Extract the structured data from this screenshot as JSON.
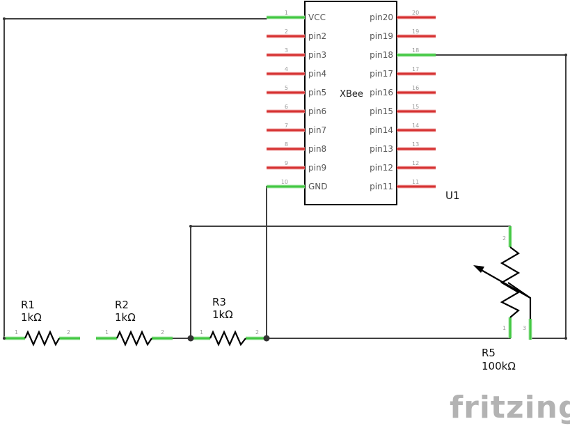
{
  "chip": {
    "name": "XBee",
    "ref": "U1",
    "left_pins": [
      {
        "num": "1",
        "name": "VCC",
        "connected": true
      },
      {
        "num": "2",
        "name": "pin2",
        "connected": false
      },
      {
        "num": "3",
        "name": "pin3",
        "connected": false
      },
      {
        "num": "4",
        "name": "pin4",
        "connected": false
      },
      {
        "num": "5",
        "name": "pin5",
        "connected": false
      },
      {
        "num": "6",
        "name": "pin6",
        "connected": false
      },
      {
        "num": "7",
        "name": "pin7",
        "connected": false
      },
      {
        "num": "8",
        "name": "pin8",
        "connected": false
      },
      {
        "num": "9",
        "name": "pin9",
        "connected": false
      },
      {
        "num": "10",
        "name": "GND",
        "connected": true
      }
    ],
    "right_pins": [
      {
        "num": "20",
        "name": "pin20",
        "connected": false
      },
      {
        "num": "19",
        "name": "pin19",
        "connected": false
      },
      {
        "num": "18",
        "name": "pin18",
        "connected": true
      },
      {
        "num": "17",
        "name": "pin17",
        "connected": false
      },
      {
        "num": "16",
        "name": "pin16",
        "connected": false
      },
      {
        "num": "15",
        "name": "pin15",
        "connected": false
      },
      {
        "num": "14",
        "name": "pin14",
        "connected": false
      },
      {
        "num": "13",
        "name": "pin13",
        "connected": false
      },
      {
        "num": "12",
        "name": "pin12",
        "connected": false
      },
      {
        "num": "11",
        "name": "pin11",
        "connected": false
      }
    ]
  },
  "resistors": [
    {
      "ref": "R1",
      "value": "1kΩ",
      "pin1": "1",
      "pin2": "2"
    },
    {
      "ref": "R2",
      "value": "1kΩ",
      "pin1": "1",
      "pin2": "2"
    },
    {
      "ref": "R3",
      "value": "1kΩ",
      "pin1": "1",
      "pin2": "2"
    }
  ],
  "potentiometer": {
    "ref": "R5",
    "value": "100kΩ",
    "pin1": "1",
    "pin2": "2",
    "pin3": "3"
  },
  "logo": "fritzing",
  "colors": {
    "pin_unconnected": "#d63333",
    "pin_connected": "#44c844",
    "wire": "#404040",
    "logo": "#b3b3b3"
  }
}
